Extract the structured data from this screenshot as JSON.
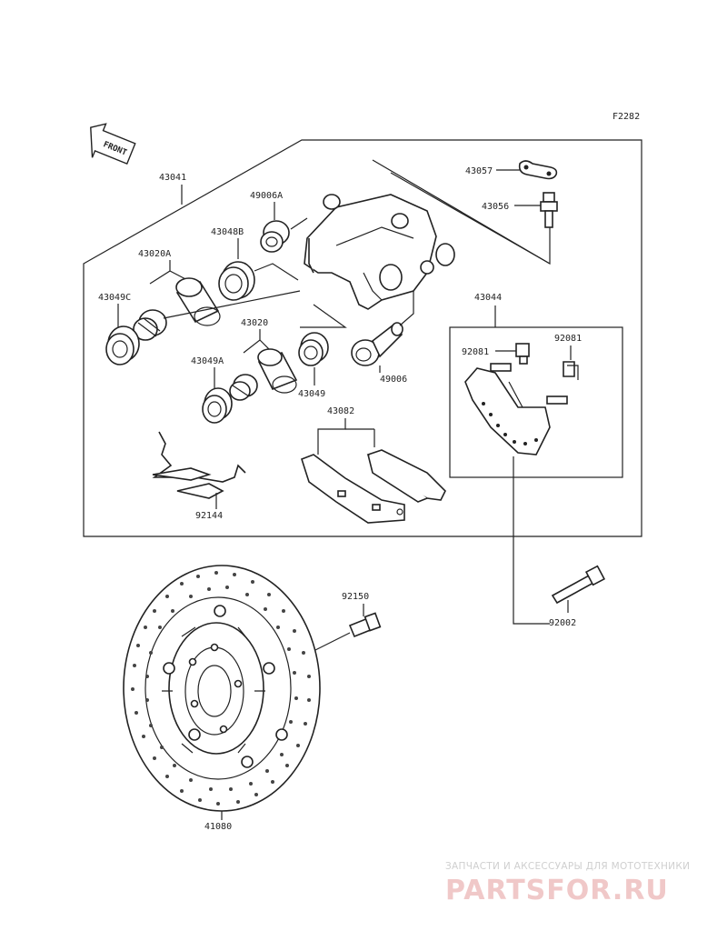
{
  "figure_code": "F2282",
  "front_label": "FRONT",
  "parts": {
    "p43041": "43041",
    "p43057": "43057",
    "p43056": "43056",
    "p49006A": "49006A",
    "p43048B": "43048B",
    "p43020A": "43020A",
    "p43049C": "43049C",
    "p43020": "43020",
    "p43049A": "43049A",
    "p43049": "43049",
    "p49006": "49006",
    "p43044": "43044",
    "p92081a": "92081",
    "p92081b": "92081",
    "p43082": "43082",
    "p92144": "92144",
    "p92150": "92150",
    "p92002": "92002",
    "p41080": "41080"
  },
  "watermark": {
    "tagline": "ЗАПЧАСТИ И АКСЕССУАРЫ ДЛЯ МОТОТЕХНИКИ",
    "logo": "PARTSFOR.RU"
  }
}
